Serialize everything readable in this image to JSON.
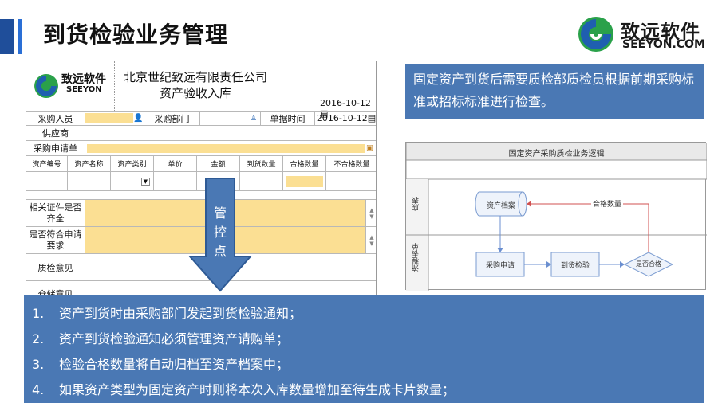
{
  "page": {
    "title": "到货检验业务管理"
  },
  "brand": {
    "cn": "致远软件",
    "en": "SEEYON.COM"
  },
  "form": {
    "logo_cn": "致远软件",
    "logo_en": "SEEYON",
    "company": "北京世纪致远有限责任公司",
    "form_title": "资产验收入库",
    "date_top": "2016-10-12",
    "buyer_label": "采购人员",
    "dept_label": "采购部门",
    "doc_time_label": "单据时间",
    "doc_time_value": "2016-10-12",
    "supplier_label": "供应商",
    "request_label": "采购申请单",
    "columns": [
      "资产编号",
      "资产名称",
      "资产类别",
      "单价",
      "金额",
      "到货数量",
      "合格数量",
      "不合格数量"
    ],
    "cert_label": "相关证件是否齐全",
    "match_label": "是否符合申请要求",
    "qc_label": "质检意见",
    "cut_label": "仓储意见"
  },
  "arrow_label": "管控点",
  "info": "固定资产到货后需要质检部质检员根据前期采购标准或招标标准进行检查。",
  "flow": {
    "title": "固定资产采购质检业务逻辑",
    "lane1": "底表",
    "lane2": "流程表单",
    "node_archive": "资产档案",
    "node_request": "采购申请",
    "node_arrival": "到货检验",
    "node_decision": "是否合格",
    "edge_label": "合格数量"
  },
  "points": [
    {
      "num": "1.",
      "text": "资产到货时由采购部门发起到货检验通知；"
    },
    {
      "num": "2.",
      "text": "资产到货检验通知必须管理资产请购单；"
    },
    {
      "num": "3.",
      "text": "检验合格数量将自动归档至资产档案中；"
    },
    {
      "num": "4.",
      "text": "如果资产类型为固定资产时则将本次入库数量增加至待生成卡片数量；"
    }
  ],
  "colors": {
    "accent": "#1f4e9a",
    "panel": "#4a78b4",
    "field": "#fbdf93"
  }
}
